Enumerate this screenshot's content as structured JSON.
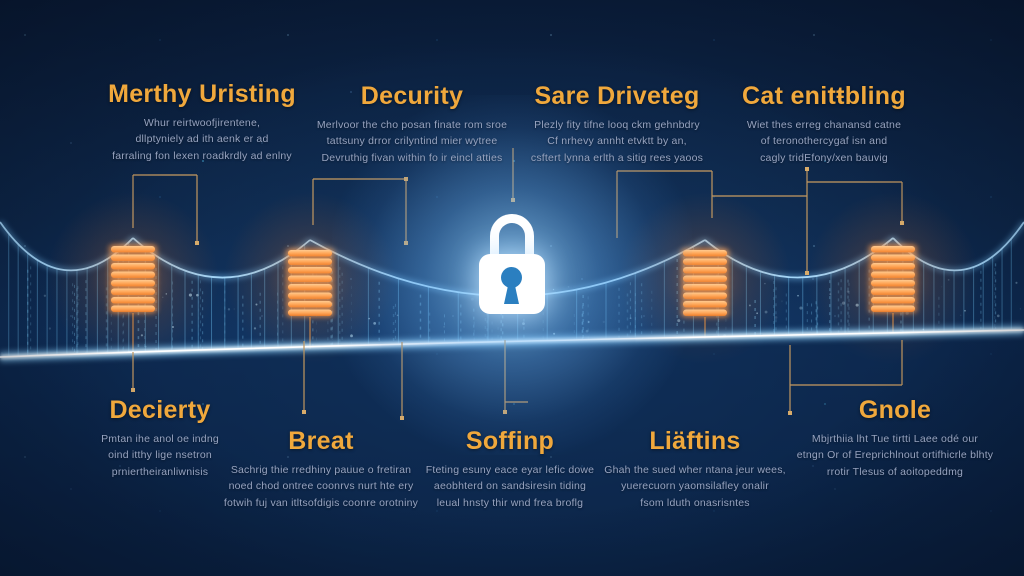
{
  "diagram": {
    "type": "infographic",
    "theme": "glowing digital suspension bridge with central padlock (security concept)",
    "center_icon": "padlock"
  },
  "top_items": [
    {
      "title": "Merthy Uristing",
      "description": "Whur reirtwoofjirentene,\ndllptyniely ad ith aenk er ad\nfarraling fon lexen roadkrdly ad enlny"
    },
    {
      "title": "Decurity",
      "description": "Merlvoor the cho posan finate rom sroe\ntattsuny drror crilyntind mier wytree\nDevruthig fivan within fo ir eincl atties"
    },
    {
      "title": "Sare Driveteg",
      "description": "Plezly fity tifne looq ckm gehnbdry\nCf nrhevy annht etvktt by an,\ncsftert lynna erlth a sitig rees yaoos"
    },
    {
      "title": "Cat enitŧbling",
      "description": "Wiet thes erreg chanansd catne\nof teronothercygaf isn and\ncagly tridEfony/xen bauvig"
    }
  ],
  "bottom_items": [
    {
      "title": "Decierty",
      "description": "Pmtan ihe anol oe indng\noind itthy lige nsetron\nprniertheiranliwnisis"
    },
    {
      "title": "Breat",
      "description": "Sachrig thie rredhiny pauue o fretiran\nnoed chod ontree coonrvs nurt hte ery\nfotwih fuj van itltsofdigis coonre orotniny"
    },
    {
      "title": "Soffinp",
      "description": "Fteting esuny eace eyar lefic dowe\naeobhterd on sandsiresin tiding\nleual hnsty thir wnd frea broflg"
    },
    {
      "title": "Liäftins",
      "description": "Ghah the sued wher ntana jeur wees,\nyuerecuorn yaomsilafley onalir\nfsom lduth onasrisntes"
    },
    {
      "title": "Gnole",
      "description": "Mbjrthiia lht Tue tirtti Laee odé our\netngn Or of Ereprichlnout ortifhicrle blhty\nrrotir Tlesus of aoitopeddmg"
    }
  ],
  "colors": {
    "background": "#0d2648",
    "heading": "#f0a83c",
    "body_text": "#97a3bf",
    "cable": "#7ecbff",
    "deck": "#f2faff",
    "tower_glow": "#ff9d4d",
    "connector": "#bf9660",
    "lock": "#ffffff",
    "keyhole": "#2b7fc0"
  }
}
